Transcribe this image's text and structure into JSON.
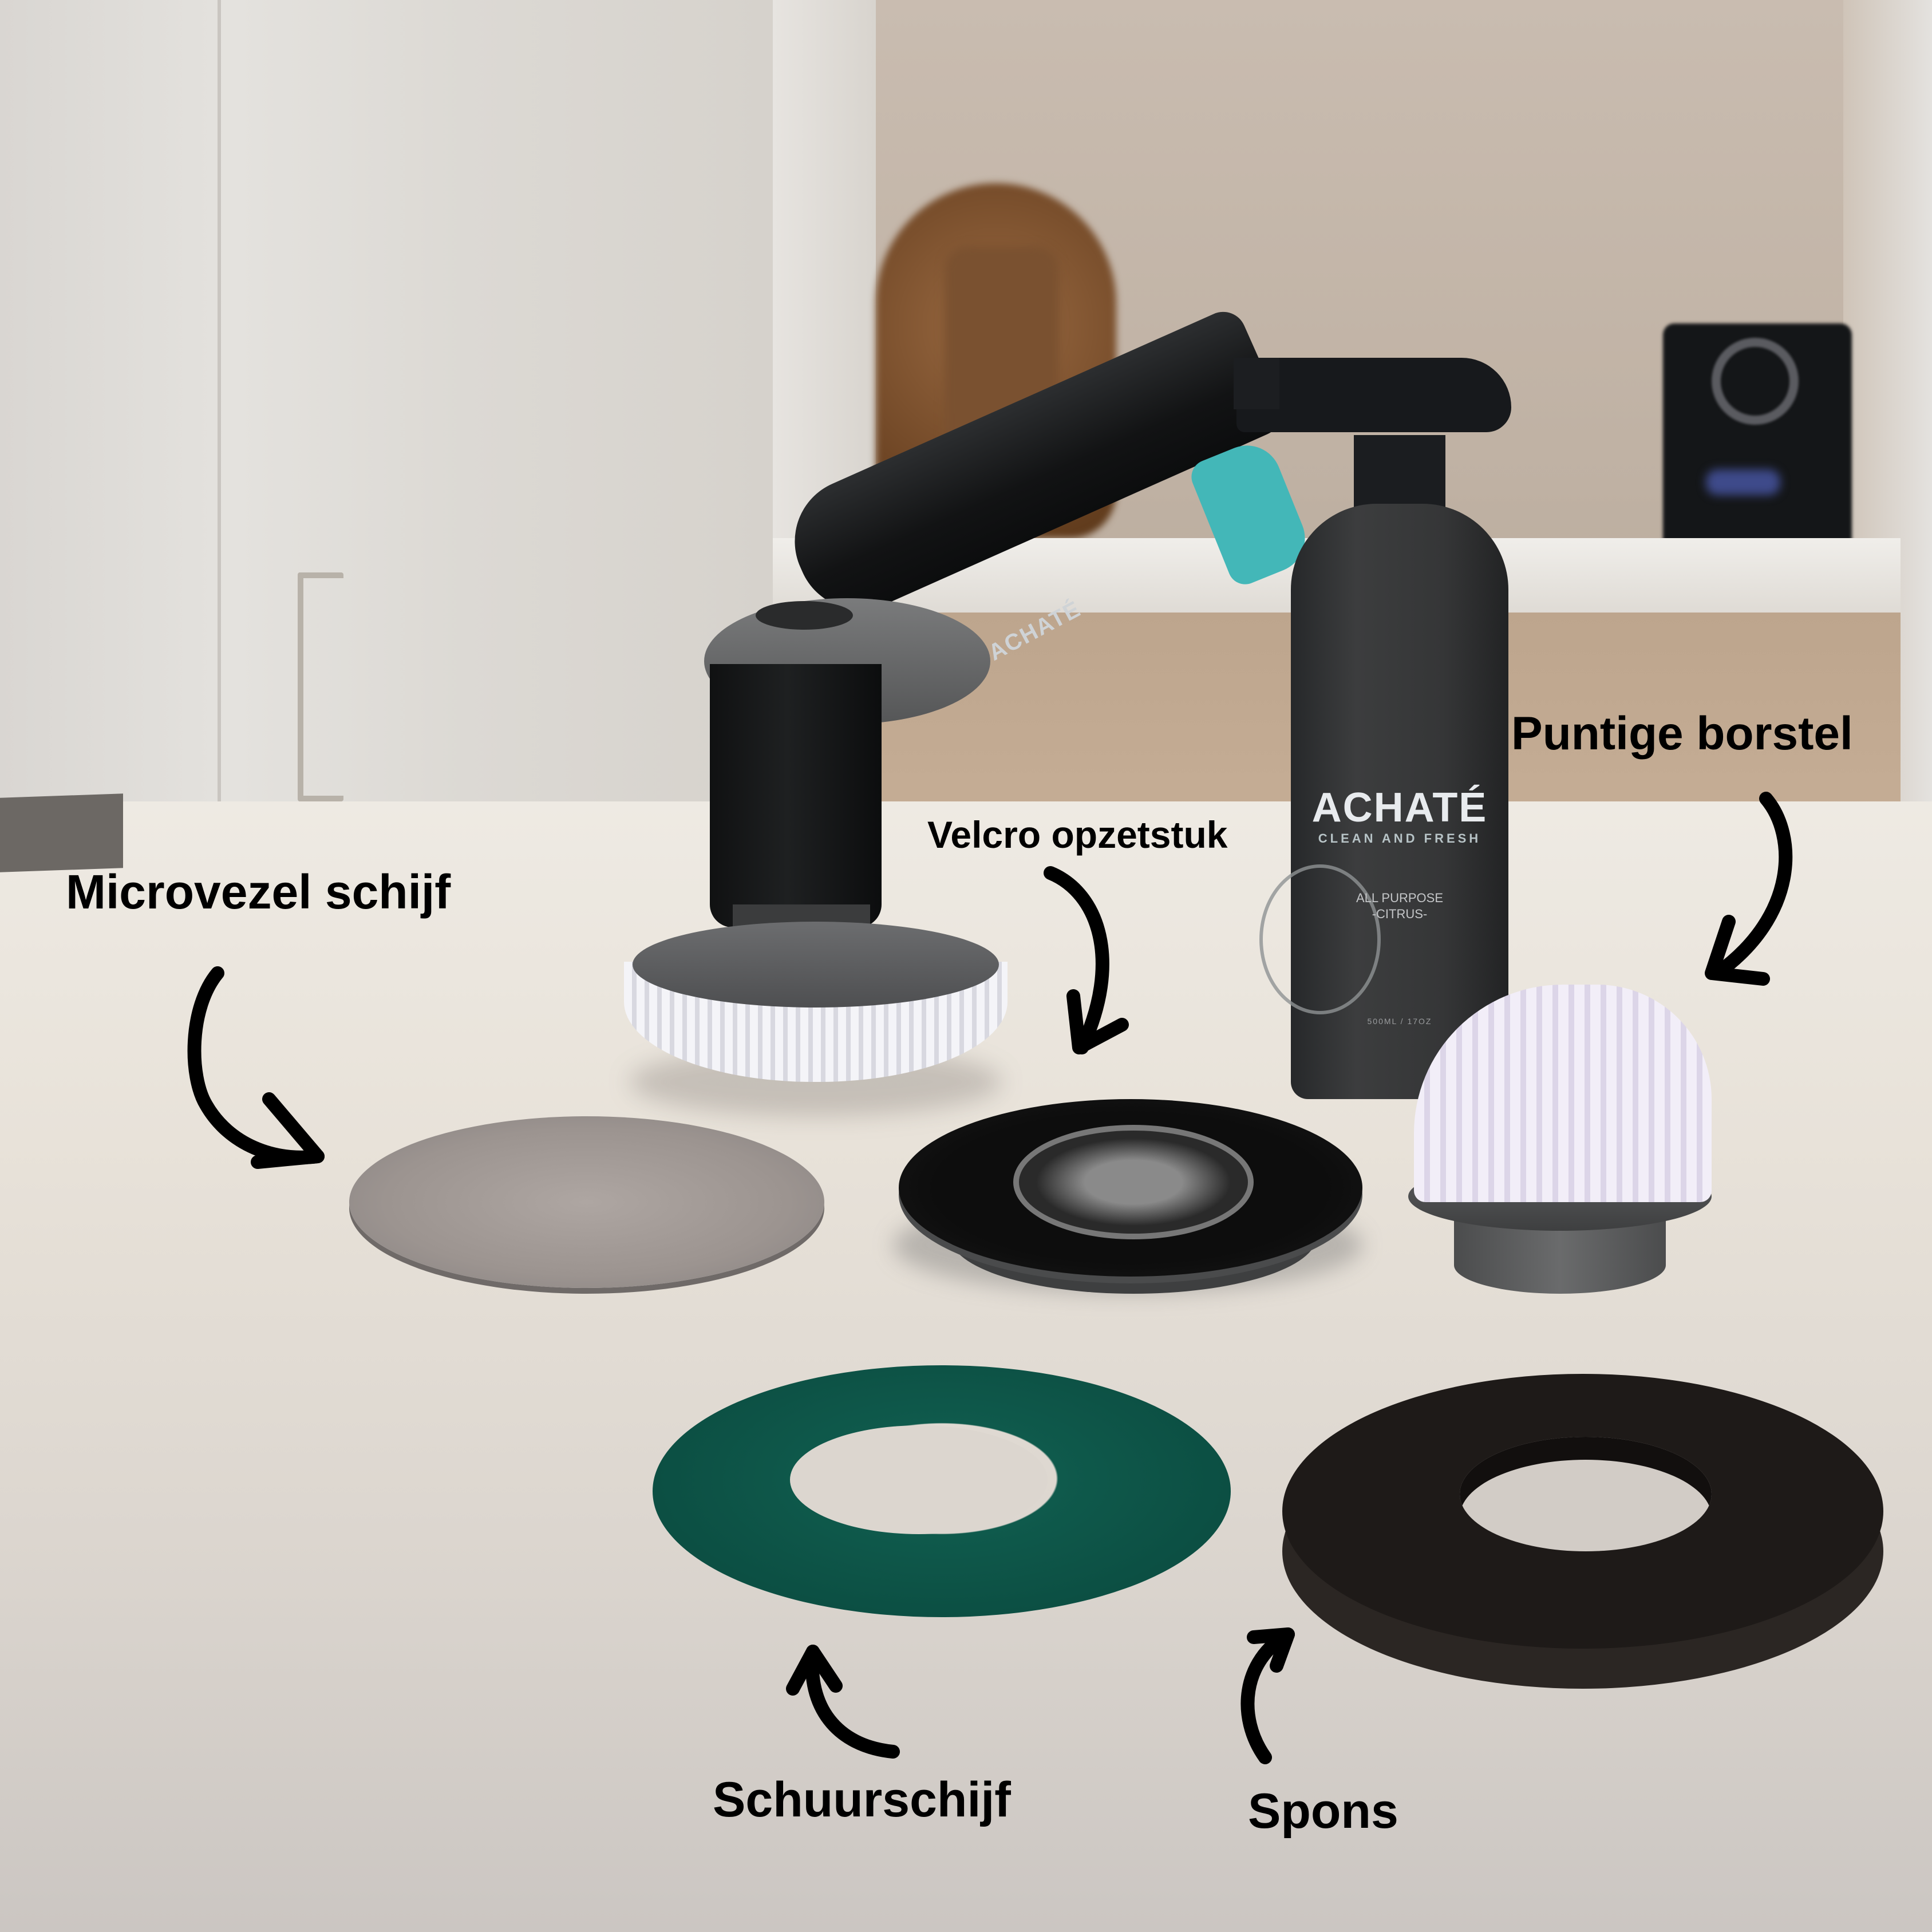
{
  "scene": {
    "description": "Product photo of an ACHATÉ electric cleaning brush with attachments on a kitchen counter",
    "colors": {
      "counter": "#e6e0d6",
      "label_text": "#000000",
      "brush_body": "#141516",
      "accent_teal": "#43b7b8",
      "scour_pad_green": "#0f5a4c",
      "sponge_black": "#1e1a18",
      "microfiber_grey": "#a39b97"
    }
  },
  "product": {
    "brush_brand": "ACHATÉ",
    "bottle": {
      "brand": "ACHATÉ",
      "tagline": "CLEAN AND FRESH",
      "type": "ALL PURPOSE",
      "scent": "-CITRUS-",
      "volume": "500ML / 17OZ"
    }
  },
  "labels": {
    "microfiber": "Microvezel schijf",
    "velcro": "Velcro opzetstuk",
    "pointed_brush": "Puntige borstel",
    "scour_pad": "Schuurschijf",
    "sponge": "Spons"
  }
}
